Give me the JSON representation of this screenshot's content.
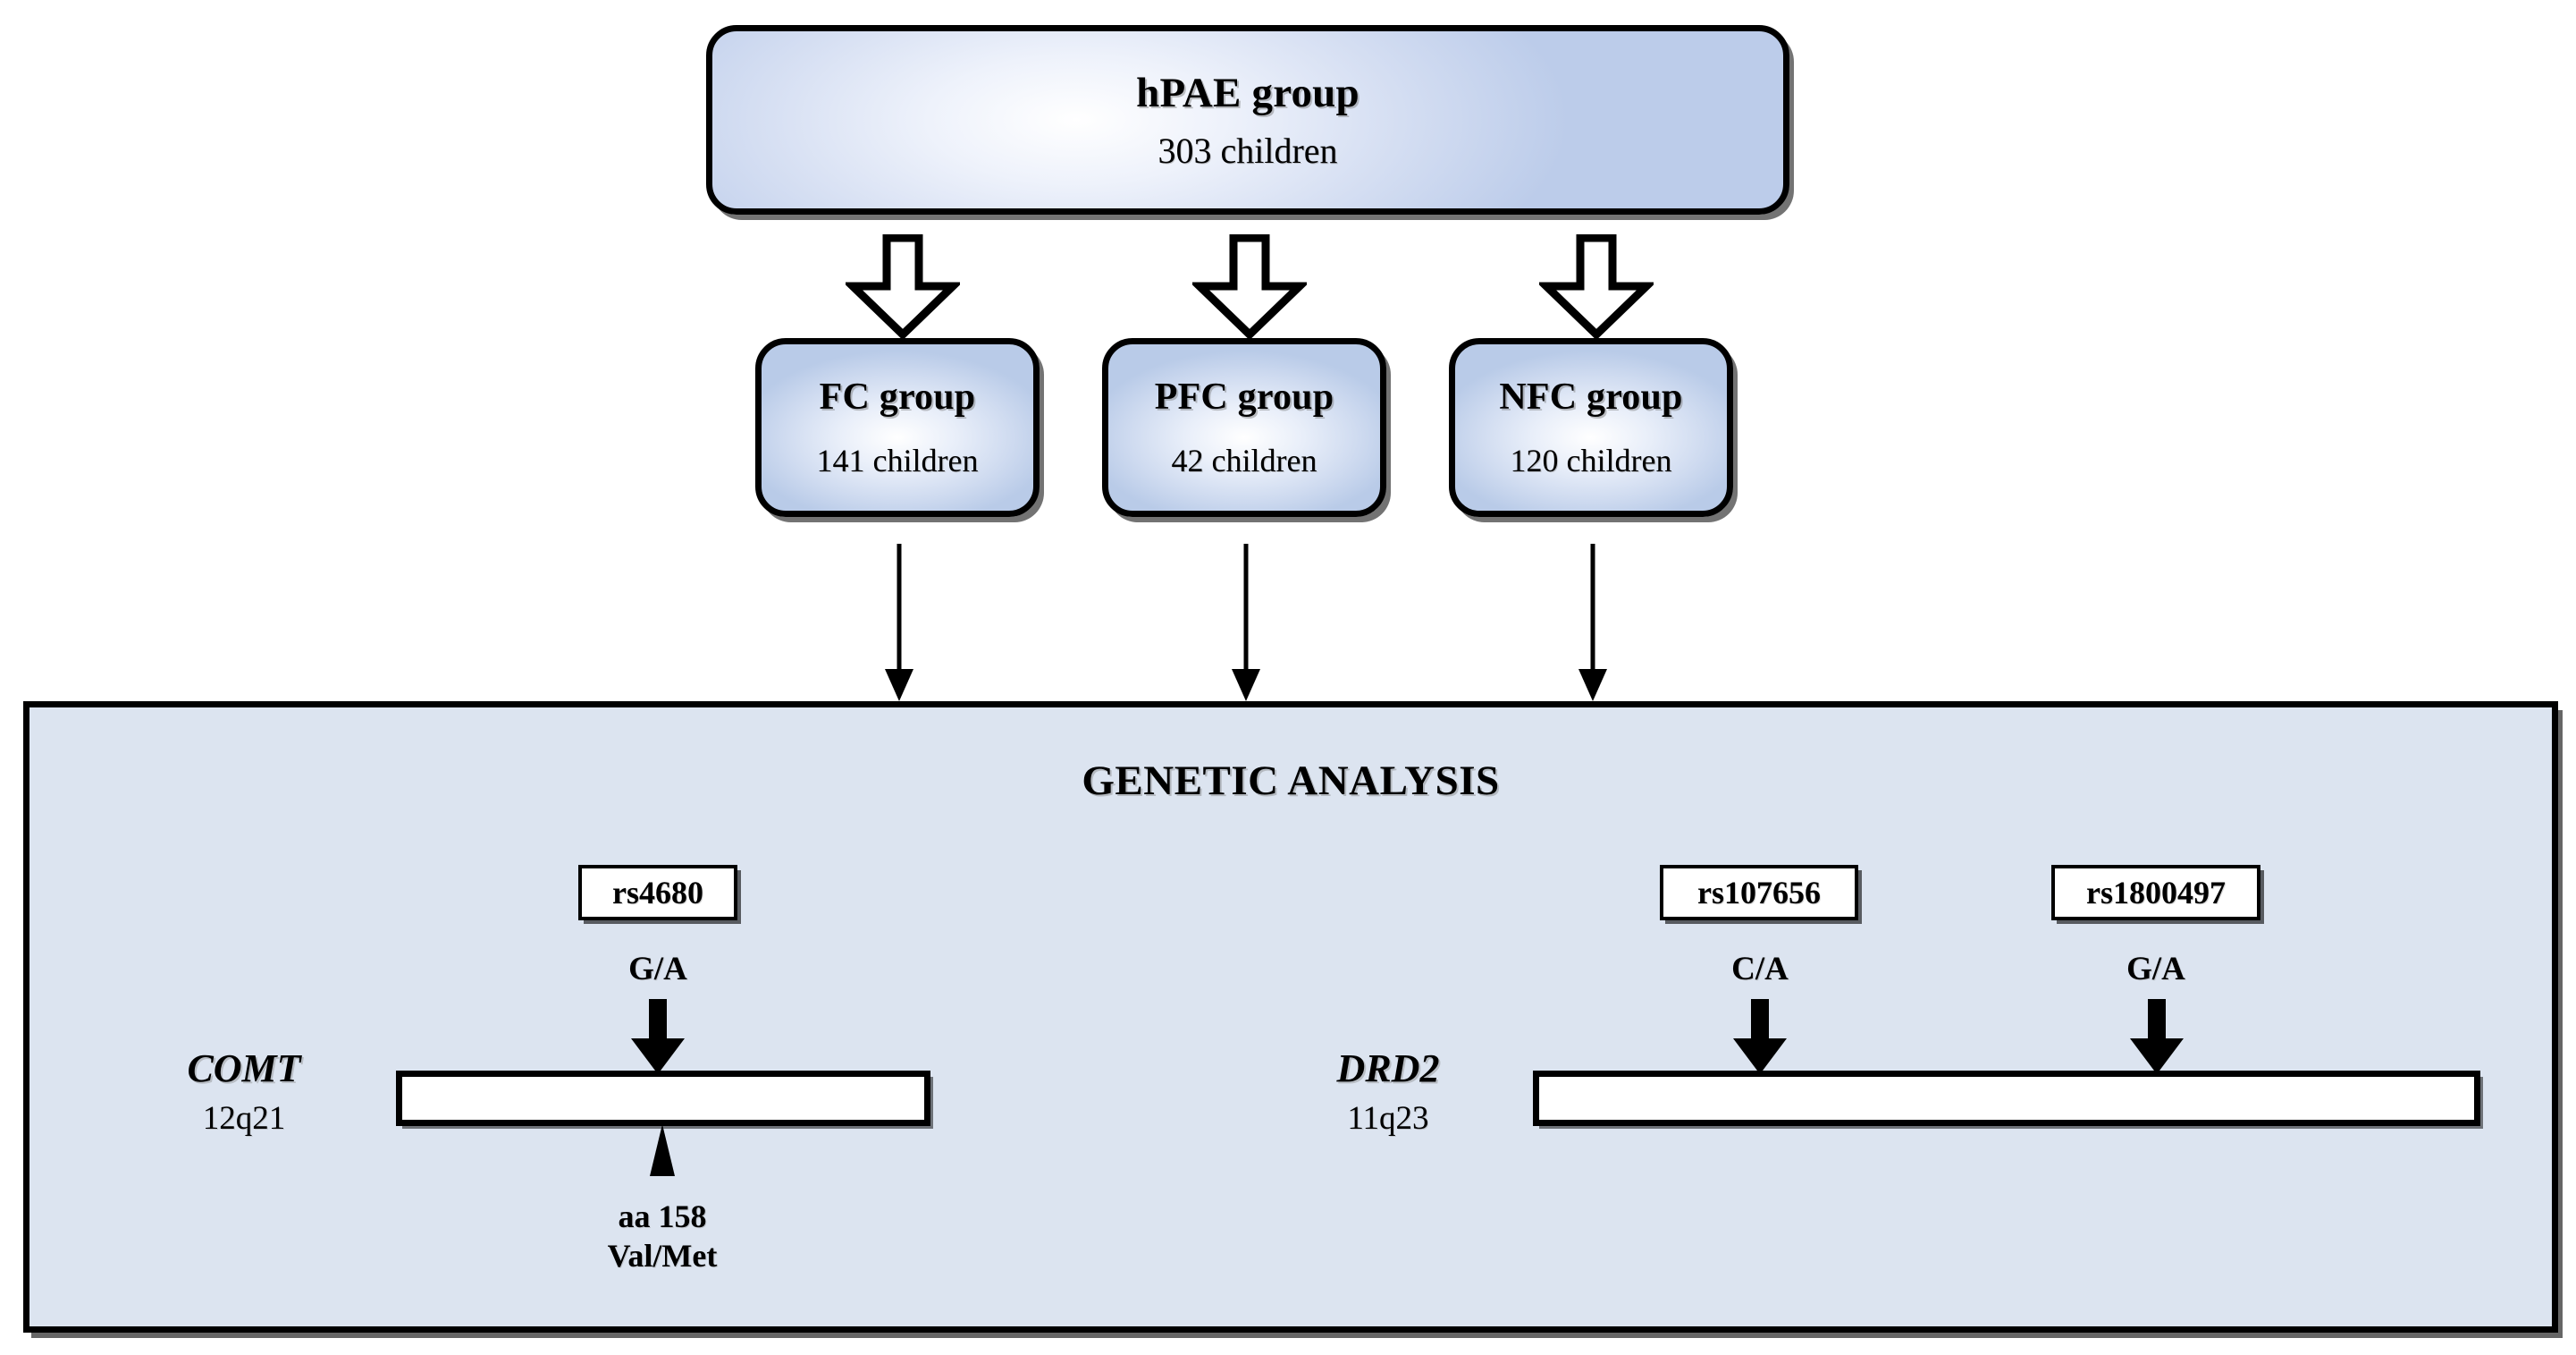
{
  "diagram": {
    "top_box": {
      "title": "hPAE group",
      "subtitle": "303 children"
    },
    "subgroups": [
      {
        "title": "FC group",
        "subtitle": "141 children"
      },
      {
        "title": "PFC group",
        "subtitle": "42 children"
      },
      {
        "title": "NFC group",
        "subtitle": "120 children"
      }
    ],
    "genetic_panel": {
      "title": "GENETIC ANALYSIS",
      "genes": [
        {
          "name": "COMT",
          "locus": "12q21",
          "snps": [
            {
              "rs_id": "rs4680",
              "alleles": "G/A"
            }
          ],
          "annotation_line1": "aa 158",
          "annotation_line2": "Val/Met"
        },
        {
          "name": "DRD2",
          "locus": "11q23",
          "snps": [
            {
              "rs_id": "rs107656",
              "alleles": "C/A"
            },
            {
              "rs_id": "rs1800497",
              "alleles": "G/A"
            }
          ]
        }
      ]
    },
    "colors": {
      "panel_fill": "#dce4f0",
      "box_stroke": "#000000",
      "bar_fill": "#ffffff",
      "page_bg": "#ffffff"
    }
  }
}
